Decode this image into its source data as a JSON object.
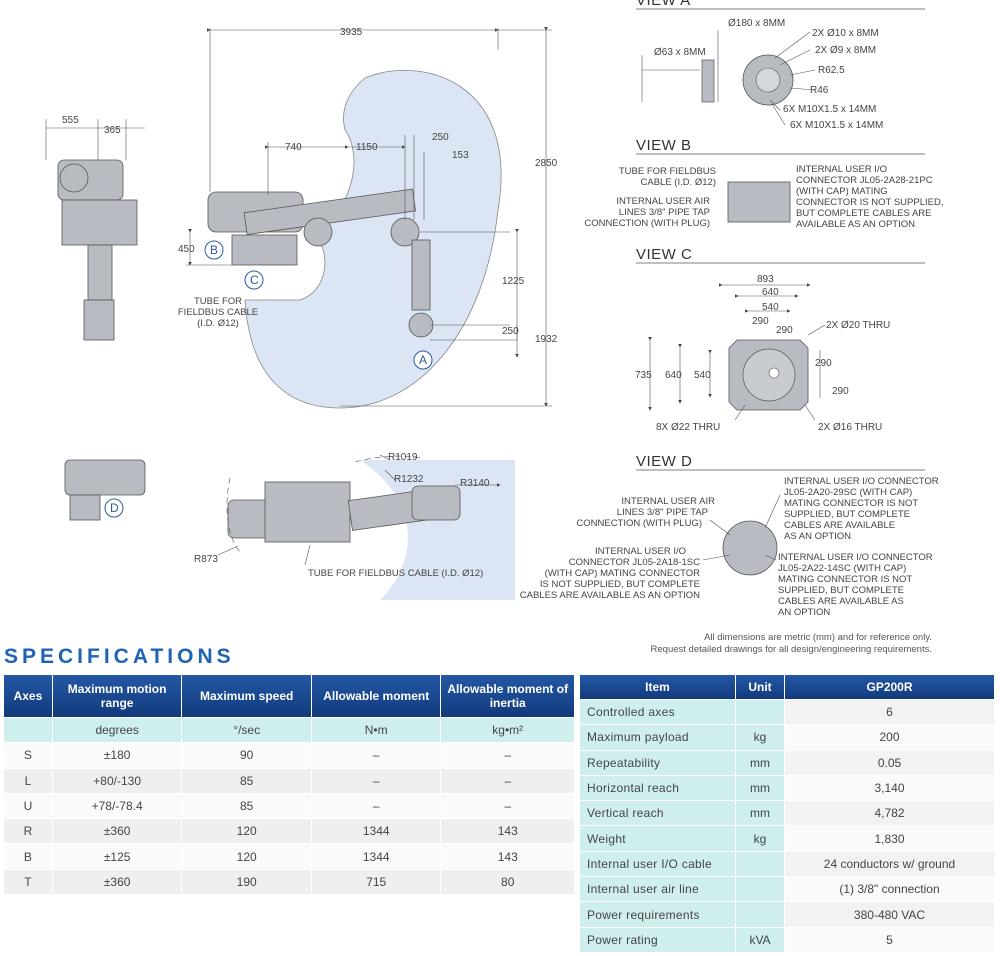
{
  "drawing": {
    "side_dims": {
      "d3935": "3935",
      "d2850": "2850",
      "d1932": "1932",
      "d1225": "1225",
      "d250a": "250",
      "d740": "740",
      "d1150": "1150",
      "d250b": "250",
      "d153": "153",
      "d450": "450",
      "d555": "555",
      "d365": "365"
    },
    "side_labels": {
      "tube_line1": "TUBE FOR",
      "tube_line2": "FIELDBUS CABLE",
      "tube_line3": "(I.D. Ø12)",
      "circle_a": "A",
      "circle_b": "B",
      "circle_c": "C",
      "circle_d": "D"
    },
    "top_view": {
      "r1019": "R1019",
      "r1232": "R1232",
      "r3140": "R3140",
      "r873": "R873",
      "tube": "TUBE FOR FIELDBUS CABLE (I.D. Ø12)"
    },
    "view_a": {
      "title": "VIEW A",
      "d180": "Ø180 x 8MM",
      "d63": "Ø63 x 8MM",
      "hole10": "2X Ø10 x 8MM",
      "hole9": "2X Ø9 x 8MM",
      "r625": "R62.5",
      "r46": "R46",
      "m10a": "6X M10X1.5 x 14MM",
      "m10b": "6X M10X1.5 x 14MM"
    },
    "view_b": {
      "title": "VIEW B",
      "l1": "TUBE FOR FIELDBUS",
      "l2": "CABLE (I.D. Ø12)",
      "l3": "INTERNAL USER AIR",
      "l4": "LINES 3/8\" PIPE TAP",
      "l5": "CONNECTION (WITH PLUG)",
      "r1": "INTERNAL USER I/O",
      "r2": "CONNECTOR JL05-2A28-21PC",
      "r3": "(WITH CAP) MATING",
      "r4": "CONNECTOR IS NOT SUPPLIED,",
      "r5": "BUT COMPLETE CABLES ARE",
      "r6": "AVAILABLE AS AN OPTION"
    },
    "view_c": {
      "title": "VIEW C",
      "d893": "893",
      "d640": "640",
      "d540": "540",
      "d290a": "290",
      "d290b": "290",
      "d735": "735",
      "d640v": "640",
      "d540v": "540",
      "d290c": "290",
      "d290d": "290",
      "h20": "2X Ø20 THRU",
      "h22": "8X Ø22 THRU",
      "h16": "2X    Ø16 THRU"
    },
    "view_d": {
      "title": "VIEW D",
      "a1": "INTERNAL USER AIR",
      "a2": "LINES 3/8\" PIPE TAP",
      "a3": "CONNECTION (WITH PLUG)",
      "b1": "INTERNAL USER I/O",
      "b2": "CONNECTOR JL05-2A18-1SC",
      "b3": "(WITH CAP) MATING CONNECTOR",
      "b4": "IS NOT SUPPLIED, BUT COMPLETE",
      "b5": "CABLES ARE AVAILABLE AS AN OPTION",
      "c1": "INTERNAL USER I/O CONNECTOR",
      "c2": "JL05-2A20-29SC (WITH CAP)",
      "c3": "MATING CONNECTOR IS NOT",
      "c4": "SUPPLIED, BUT COMPLETE",
      "c5": "CABLES ARE AVAILABLE",
      "c6": "AS AN OPTION",
      "e1": "INTERNAL USER I/O CONNECTOR",
      "e2": "JL05-2A22-14SC (WITH CAP)",
      "e3": "MATING CONNECTOR IS NOT",
      "e4": "SUPPLIED, BUT COMPLETE",
      "e5": "CABLES ARE AVAILABLE AS",
      "e6": "AN OPTION"
    }
  },
  "disclaimer": {
    "line1": "All dimensions are metric (mm) and for reference only.",
    "line2": "Request detailed drawings for all design/engineering requirements."
  },
  "specifications_title": "SPECIFICATIONS",
  "axes_table": {
    "headers": [
      "Axes",
      "Maximum motion range",
      "Maximum speed",
      "Allowable moment",
      "Allowable moment of inertia"
    ],
    "units": [
      "",
      "degrees",
      "°/sec",
      "N•m",
      "kg•m²"
    ],
    "rows": [
      [
        "S",
        "±180",
        "90",
        "–",
        "–"
      ],
      [
        "L",
        "+80/-130",
        "85",
        "–",
        "–"
      ],
      [
        "U",
        "+78/-78.4",
        "85",
        "–",
        "–"
      ],
      [
        "R",
        "±360",
        "120",
        "1344",
        "143"
      ],
      [
        "B",
        "±125",
        "120",
        "1344",
        "143"
      ],
      [
        "T",
        "±360",
        "190",
        "715",
        "80"
      ]
    ]
  },
  "spec_table": {
    "headers": [
      "Item",
      "Unit",
      "GP200R"
    ],
    "rows": [
      [
        "Controlled axes",
        "",
        "6"
      ],
      [
        "Maximum payload",
        "kg",
        "200"
      ],
      [
        "Repeatability",
        "mm",
        "0.05"
      ],
      [
        "Horizontal reach",
        "mm",
        "3,140"
      ],
      [
        "Vertical reach",
        "mm",
        "4,782"
      ],
      [
        "Weight",
        "kg",
        "1,830"
      ],
      [
        "Internal user I/O cable",
        "",
        "24 conductors w/ ground"
      ],
      [
        "Internal user air line",
        "",
        "(1) 3/8\" connection"
      ],
      [
        "Power requirements",
        "",
        "380-480 VAC"
      ],
      [
        "Power rating",
        "kVA",
        "5"
      ]
    ]
  }
}
